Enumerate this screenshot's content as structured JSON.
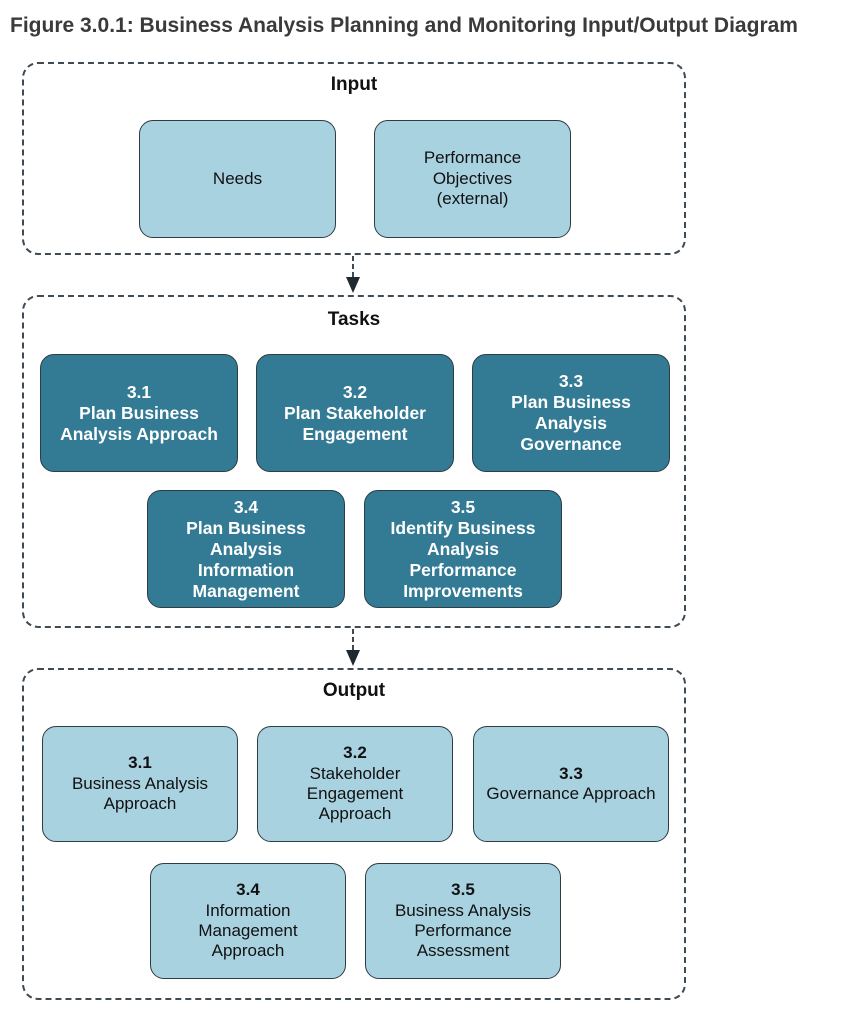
{
  "title": "Figure 3.0.1: Business Analysis Planning and Monitoring Input/Output Diagram",
  "input": {
    "label": "Input",
    "items": [
      "Needs",
      "Performance Objectives (external)"
    ]
  },
  "tasks": {
    "label": "Tasks",
    "items": [
      {
        "num": "3.1",
        "name": "Plan Business Analysis Approach"
      },
      {
        "num": "3.2",
        "name": "Plan Stakeholder Engagement"
      },
      {
        "num": "3.3",
        "name": "Plan Business Analysis Governance"
      },
      {
        "num": "3.4",
        "name": "Plan Business Analysis Information Management"
      },
      {
        "num": "3.5",
        "name": "Identify Business Analysis Performance Improvements"
      }
    ]
  },
  "output": {
    "label": "Output",
    "items": [
      {
        "num": "3.1",
        "name": "Business Analysis Approach"
      },
      {
        "num": "3.2",
        "name": "Stakeholder Engagement Approach"
      },
      {
        "num": "3.3",
        "name": "Governance Approach"
      },
      {
        "num": "3.4",
        "name": "Information Management Approach"
      },
      {
        "num": "3.5",
        "name": "Business Analysis Performance Assessment"
      }
    ]
  },
  "colors": {
    "task_fill": "#337a94",
    "io_fill": "#a9d2e0",
    "border": "#2f3c44"
  }
}
